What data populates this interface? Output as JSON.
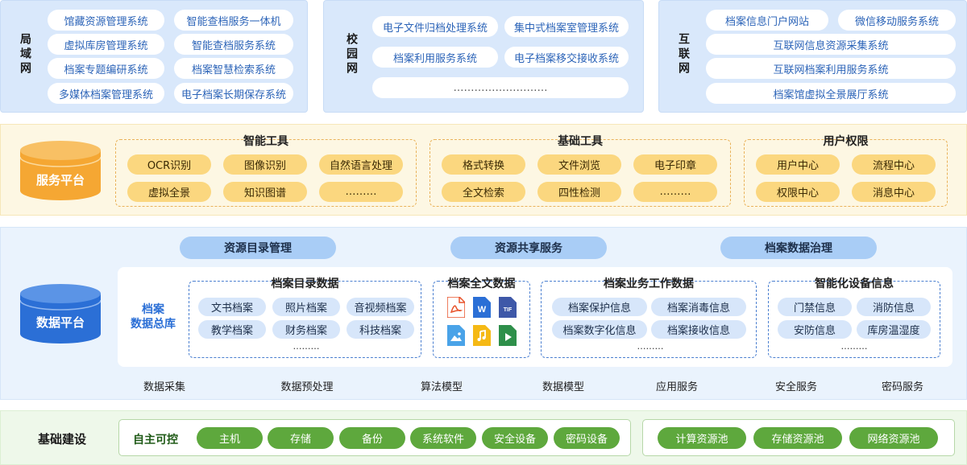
{
  "lan": {
    "label": "局域网",
    "items": [
      "馆藏资源管理系统",
      "智能查档服务一体机",
      "虚拟库房管理系统",
      "智能查档服务系统",
      "档案专题编研系统",
      "档案智慧检索系统",
      "多媒体档案管理系统",
      "电子档案长期保存系统"
    ]
  },
  "campus": {
    "label": "校园网",
    "items": [
      "电子文件归档处理系统",
      "集中式档案室管理系统",
      "档案利用服务系统",
      "电子档案移交接收系统",
      "………………………"
    ]
  },
  "internet": {
    "label": "互联网",
    "items": [
      "档案信息门户网站",
      "微信移动服务系统",
      "互联网信息资源采集系统",
      "互联网档案利用服务系统",
      "档案馆虚拟全景展厅系统"
    ]
  },
  "service": {
    "label": "服务平台",
    "groups": [
      {
        "title": "智能工具",
        "items": [
          "OCR识别",
          "图像识别",
          "自然语言处理",
          "虚拟全景",
          "知识图谱",
          "………"
        ]
      },
      {
        "title": "基础工具",
        "items": [
          "格式转换",
          "文件浏览",
          "电子印章",
          "全文检索",
          "四性检测",
          "………"
        ]
      },
      {
        "title": "用户权限",
        "items": [
          "用户中心",
          "流程中心",
          "权限中心",
          "消息中心"
        ]
      }
    ]
  },
  "data": {
    "label": "数据平台",
    "tabs": [
      "资源目录管理",
      "资源共享服务",
      "档案数据治理"
    ],
    "repo_label": "档案\n数据总库",
    "catalog": {
      "title": "档案目录数据",
      "items": [
        "文书档案",
        "照片档案",
        "音视频档案",
        "教学档案",
        "财务档案",
        "科技档案"
      ],
      "more": "………"
    },
    "fulltext": {
      "title": "档案全文数据",
      "icons": [
        "pdf",
        "word",
        "tif",
        "image",
        "audio",
        "video"
      ],
      "icon_labels": {
        "word": "W",
        "tif": "TIF"
      }
    },
    "business": {
      "title": "档案业务工作数据",
      "items": [
        "档案保护信息",
        "档案消毒信息",
        "档案数字化信息",
        "档案接收信息"
      ],
      "more": "………"
    },
    "device": {
      "title": "智能化设备信息",
      "items": [
        "门禁信息",
        "消防信息",
        "安防信息",
        "库房温湿度"
      ],
      "more": "………"
    },
    "bottom": [
      "数据采集",
      "数据预处理",
      "算法模型",
      "数据模型",
      "应用服务",
      "安全服务",
      "密码服务"
    ]
  },
  "infra": {
    "label": "基础建设",
    "autonomy_label": "自主可控",
    "items": [
      "主机",
      "存储",
      "备份",
      "系统软件",
      "安全设备",
      "密码设备"
    ],
    "pools": [
      "计算资源池",
      "存储资源池",
      "网络资源池"
    ]
  },
  "colors": {
    "service_cylinder": "#f5a733",
    "data_cylinder": "#2b6fd6",
    "infra_green": "#5ea83d"
  }
}
